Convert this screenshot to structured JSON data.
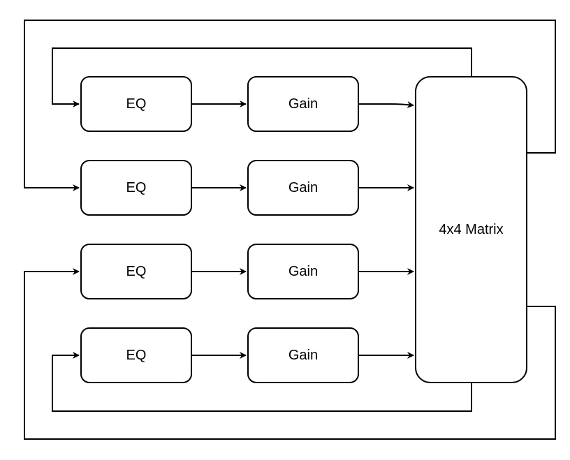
{
  "blocks": {
    "eq_label": "EQ",
    "gain_label": "Gain",
    "matrix_label": "4x4 Matrix"
  },
  "channels": [
    {
      "eq": "EQ",
      "gain": "Gain"
    },
    {
      "eq": "EQ",
      "gain": "Gain"
    },
    {
      "eq": "EQ",
      "gain": "Gain"
    },
    {
      "eq": "EQ",
      "gain": "Gain"
    }
  ],
  "colors": {
    "stroke": "#000000",
    "fill": "#ffffff",
    "text": "#000000"
  }
}
